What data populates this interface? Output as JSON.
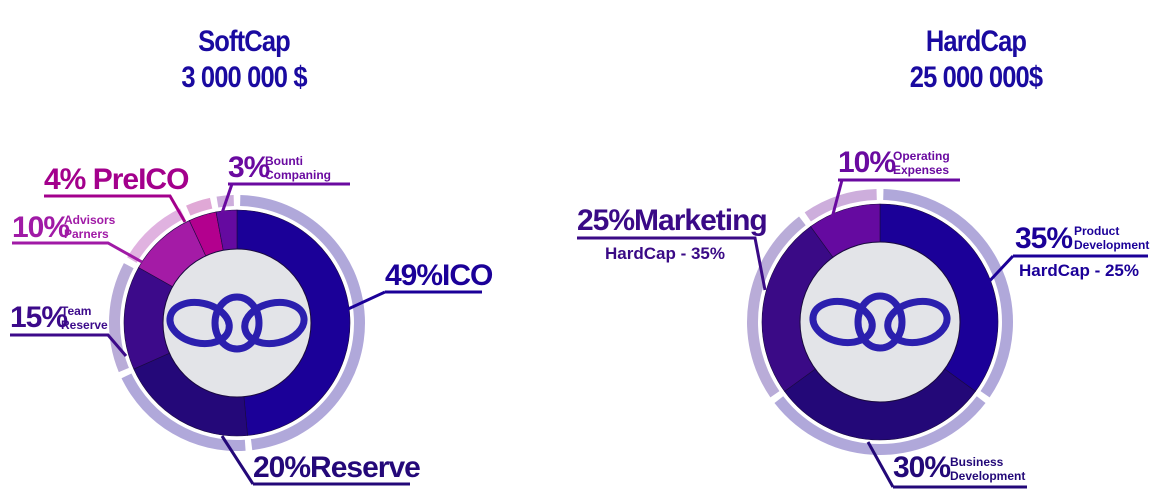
{
  "softcap": {
    "title": "SoftCap",
    "amount": "3 000 000 $"
  },
  "hardcap": {
    "title": "HardCap",
    "amount": "25 000 000$"
  },
  "chart_data": [
    {
      "type": "pie",
      "title": "SoftCap",
      "categories": [
        "ICO",
        "Reserve",
        "Team Reserve",
        "Advisors Parners",
        "PreICO",
        "Bounti Companing"
      ],
      "values": [
        49,
        20,
        15,
        10,
        4,
        3
      ],
      "colors": [
        "#1b0098",
        "#240879",
        "#3c0a8a",
        "#a41ba6",
        "#b3008e",
        "#650aa0"
      ],
      "halo_colors": [
        "#b0a8da",
        "#b0a8da",
        "#b9acd8",
        "#e0b2e0",
        "#e0a8d6",
        "#cdaedc"
      ],
      "labels": {
        "ico": {
          "pct": "49%",
          "name": "ICO"
        },
        "reserve": {
          "pct": "20%",
          "name": "Reserve"
        },
        "team": {
          "pct": "15%",
          "line1": "Team",
          "line2": "Reserve"
        },
        "advisors": {
          "pct": "10%",
          "line1": "Advisors",
          "line2": "Parners"
        },
        "preico": {
          "pct": "4%",
          "name": "PreICO"
        },
        "bounti": {
          "pct": "3%",
          "line1": "Bounti",
          "line2": "Companing"
        }
      }
    },
    {
      "type": "pie",
      "title": "HardCap",
      "categories": [
        "Product Development",
        "Business Development",
        "Marketing",
        "Operating Expenses"
      ],
      "values": [
        35,
        30,
        25,
        10
      ],
      "colors": [
        "#1b0098",
        "#230878",
        "#3a0a86",
        "#650aa0"
      ],
      "halo_colors": [
        "#b0a8da",
        "#b0a8da",
        "#b9acd8",
        "#cdaedc"
      ],
      "labels": {
        "product": {
          "pct": "35%",
          "line1": "Product",
          "line2": "Development",
          "sub": "HardCap - 25%"
        },
        "business": {
          "pct": "30%",
          "line1": "Business",
          "line2": "Development"
        },
        "marketing": {
          "pct": "25%",
          "name": "Marketing",
          "sub": "HardCap - 35%"
        },
        "operating": {
          "pct": "10%",
          "line1": "Operating",
          "line2": "Expenses"
        }
      }
    }
  ]
}
